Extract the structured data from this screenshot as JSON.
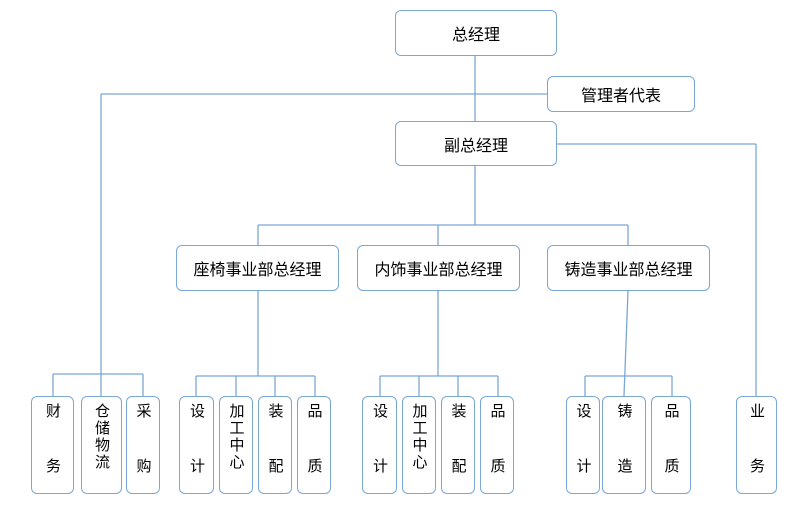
{
  "chart": {
    "line_color": "#7ba7d6",
    "boxes": {
      "gm": "总经理",
      "rep": "管理者代表",
      "deputy": "副总经理",
      "seat": "座椅事业部总经理",
      "interior": "内饰事业部总经理",
      "casting": "铸造事业部总经理"
    },
    "departments": {
      "finance": "财务",
      "warehouse": "仓储物流",
      "purchase": "采购",
      "seat_design": "设计",
      "seat_machining": "加工中心",
      "seat_assembly": "装配",
      "seat_quality": "品质",
      "int_design": "设计",
      "int_machining": "加工中心",
      "int_assembly": "装配",
      "int_quality": "品质",
      "cast_design": "设计",
      "cast_casting": "铸造",
      "cast_quality": "品质",
      "business": "业务"
    }
  }
}
